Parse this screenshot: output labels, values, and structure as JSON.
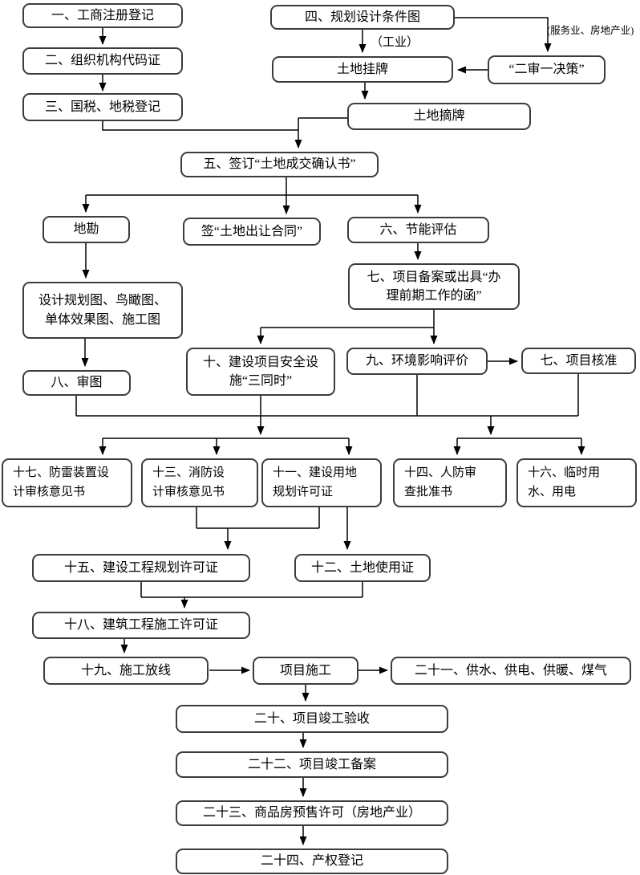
{
  "diagram": {
    "title": "project-approval-flowchart",
    "colors": {
      "background": "#ffffff",
      "box_border": "#3c3c3c",
      "line": "#000000",
      "text": "#000000"
    },
    "nodes": {
      "n01": {
        "label": "一、工商注册登记"
      },
      "n02": {
        "label": "二、组织机构代码证"
      },
      "n03": {
        "label": "三、国税、地税登记"
      },
      "n04": {
        "label": "四、规划设计条件图"
      },
      "n05": {
        "label": "土地挂牌"
      },
      "n06": {
        "label": "“二审一决策”"
      },
      "n07": {
        "label": "土地摘牌"
      },
      "n08": {
        "label": "五、签订“土地成交确认书”"
      },
      "n09": {
        "label": "地勘"
      },
      "n10": {
        "label": "签“土地出让合同”"
      },
      "n11": {
        "label": "六、节能评估"
      },
      "n12": {
        "label": "七、项目备案或出具“办\n理前期工作的函”"
      },
      "n13": {
        "label": "设计规划图、鸟瞰图、\n单体效果图、施工图"
      },
      "n14": {
        "label": "八、审图"
      },
      "n15": {
        "label": "十、建设项目安全设\n施“三同时”"
      },
      "n16": {
        "label": "九、环境影响评价"
      },
      "n17": {
        "label": "七、项目核准"
      },
      "n18": {
        "label": "十七、防雷装置设\n计审核意见书"
      },
      "n19": {
        "label": "十三、消防设\n计审核意见书"
      },
      "n20": {
        "label": "十一、建设用地\n规划许可证"
      },
      "n21": {
        "label": "十四、人防审\n查批准书"
      },
      "n22": {
        "label": "十六、临时用\n水、用电"
      },
      "n23": {
        "label": "十五、建设工程规划许可证"
      },
      "n24": {
        "label": "十二、土地使用证"
      },
      "n25": {
        "label": "十八、建筑工程施工许可证"
      },
      "n26": {
        "label": "十九、施工放线"
      },
      "n27": {
        "label": "项目施工"
      },
      "n28": {
        "label": "二十一、供水、供电、供暖、煤气"
      },
      "n29": {
        "label": "二十、项目竣工验收"
      },
      "n30": {
        "label": "二十二、项目竣工备案"
      },
      "n31": {
        "label": "二十三、商品房预售许可（房地产业）"
      },
      "n32": {
        "label": "二十四、产权登记"
      }
    },
    "annotations": {
      "industry": "（工业）",
      "service": "(服务业、房地产业)"
    }
  }
}
